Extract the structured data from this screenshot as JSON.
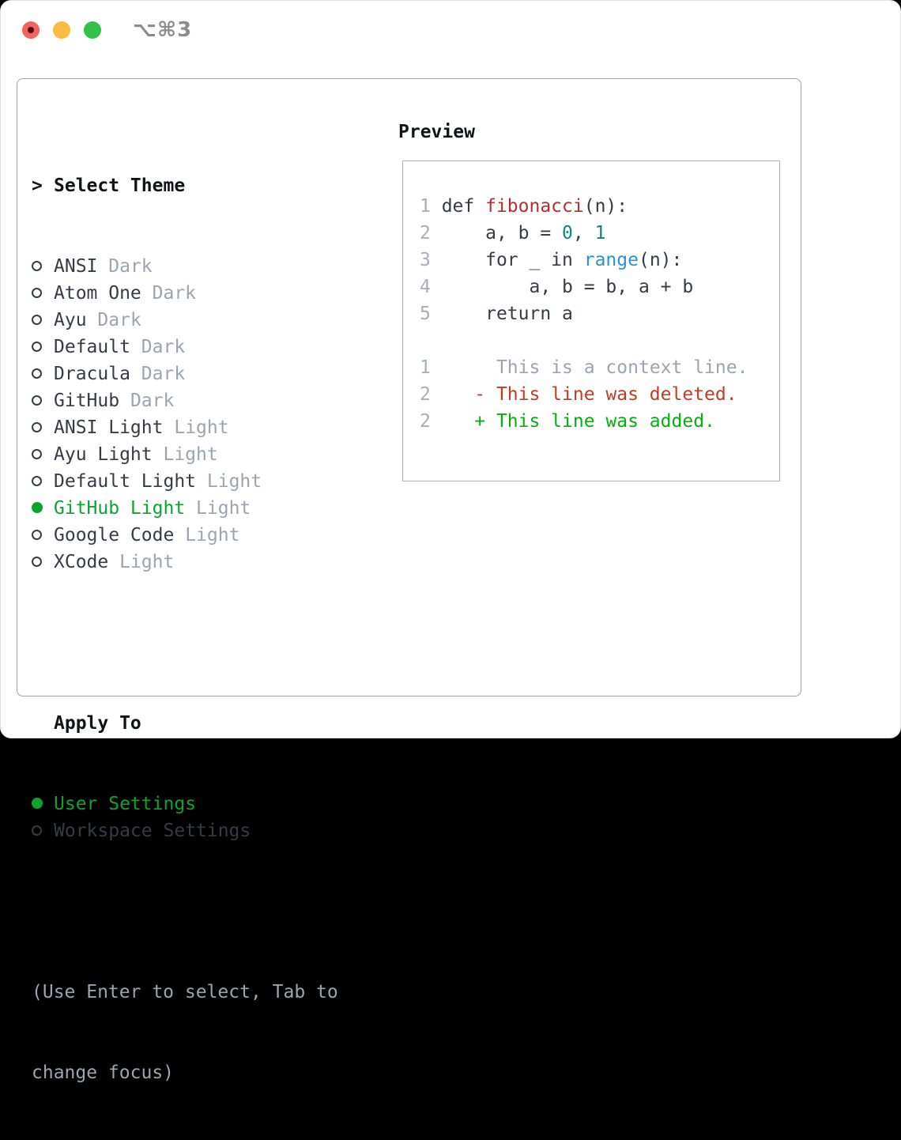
{
  "window": {
    "title": "⌥⌘3",
    "traffic_lights": [
      {
        "name": "close"
      },
      {
        "name": "minimize"
      },
      {
        "name": "zoom"
      }
    ]
  },
  "theme_panel": {
    "header": {
      "prefix": ">",
      "label": "Select Theme"
    },
    "themes": [
      {
        "name": "ANSI",
        "variant": "Dark",
        "selected": false
      },
      {
        "name": "Atom One",
        "variant": "Dark",
        "selected": false
      },
      {
        "name": "Ayu",
        "variant": "Dark",
        "selected": false
      },
      {
        "name": "Default",
        "variant": "Dark",
        "selected": false
      },
      {
        "name": "Dracula",
        "variant": "Dark",
        "selected": false
      },
      {
        "name": "GitHub",
        "variant": "Dark",
        "selected": false
      },
      {
        "name": "ANSI Light",
        "variant": "Light",
        "selected": false
      },
      {
        "name": "Ayu Light",
        "variant": "Light",
        "selected": false
      },
      {
        "name": "Default Light",
        "variant": "Light",
        "selected": false
      },
      {
        "name": "GitHub Light",
        "variant": "Light",
        "selected": true
      },
      {
        "name": "Google Code",
        "variant": "Light",
        "selected": false
      },
      {
        "name": "XCode",
        "variant": "Light",
        "selected": false
      }
    ],
    "apply_to": {
      "label": "Apply To",
      "options": [
        {
          "label": "User Settings",
          "selected": true
        },
        {
          "label": "Workspace Settings",
          "selected": false
        }
      ]
    },
    "hint_lines": [
      "(Use Enter to select, Tab to",
      "change focus)"
    ]
  },
  "preview": {
    "label": "Preview",
    "lines": [
      {
        "tokens": [
          {
            "t": "1 ",
            "c": "num"
          },
          {
            "t": "def ",
            "c": "code"
          },
          {
            "t": "fibonacci",
            "c": "func"
          },
          {
            "t": "(n):",
            "c": "code"
          }
        ]
      },
      {
        "tokens": [
          {
            "t": "2 ",
            "c": "num"
          },
          {
            "t": "    a, b = ",
            "c": "code"
          },
          {
            "t": "0",
            "c": "number"
          },
          {
            "t": ", ",
            "c": "code"
          },
          {
            "t": "1",
            "c": "number"
          }
        ]
      },
      {
        "tokens": [
          {
            "t": "3 ",
            "c": "num"
          },
          {
            "t": "    for _ in ",
            "c": "code"
          },
          {
            "t": "range",
            "c": "builtin"
          },
          {
            "t": "(n):",
            "c": "code"
          }
        ]
      },
      {
        "tokens": [
          {
            "t": "4 ",
            "c": "num"
          },
          {
            "t": "        a, b = b, a + b",
            "c": "code"
          }
        ]
      },
      {
        "tokens": [
          {
            "t": "5 ",
            "c": "num"
          },
          {
            "t": "    return a",
            "c": "code"
          }
        ]
      },
      {
        "tokens": []
      },
      {
        "tokens": [
          {
            "t": "1",
            "c": "num"
          },
          {
            "t": "      ",
            "c": "code"
          },
          {
            "t": "This is a context line.",
            "c": "context"
          }
        ]
      },
      {
        "tokens": [
          {
            "t": "2",
            "c": "num"
          },
          {
            "t": "    ",
            "c": "code"
          },
          {
            "t": "- This line was deleted.",
            "c": "deleted"
          }
        ]
      },
      {
        "tokens": [
          {
            "t": "2",
            "c": "num"
          },
          {
            "t": "    ",
            "c": "code"
          },
          {
            "t": "+ This line was added.",
            "c": "added"
          }
        ]
      }
    ]
  },
  "colors": {
    "window_bg": "#ffffff",
    "title_gray": "#8c8c8c",
    "traffic_red": "#f4625d",
    "traffic_red_dot": "#4a100b",
    "traffic_yellow": "#f8bc40",
    "traffic_green": "#33c148",
    "panel_border": "#9aa3ad",
    "preview_border": "#a9b1b9",
    "text_dark": "#353c45",
    "text_black": "#101418",
    "muted": "#9aa5b1",
    "line_num": "#a7aeb9",
    "green_selected": "#0ca42f",
    "green_added": "#04b10c",
    "red_deleted": "#c43a24",
    "red_function": "#b23130",
    "teal_number": "#15808a",
    "blue_builtin": "#2b92d2"
  }
}
